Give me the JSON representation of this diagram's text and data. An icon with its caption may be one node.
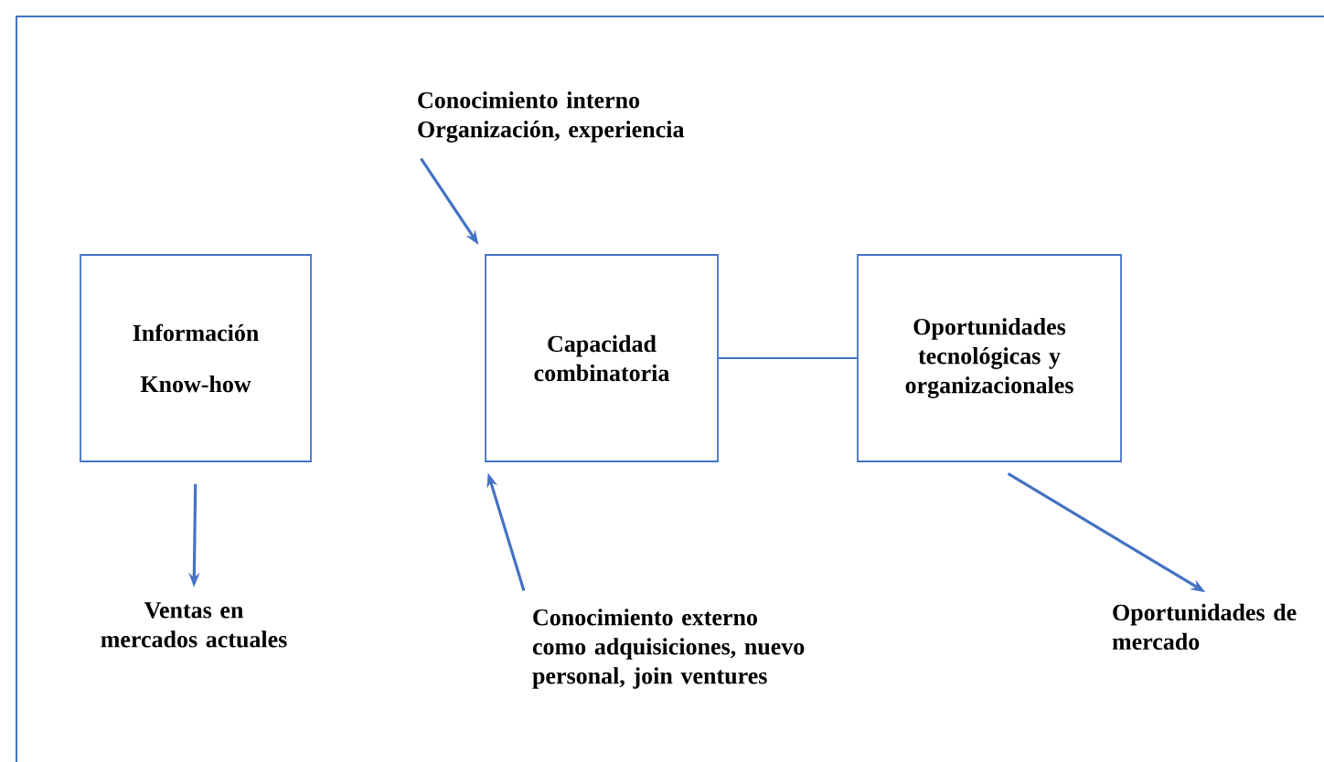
{
  "diagram": {
    "nodes": [
      {
        "text": [
          "Información",
          "Know-how"
        ]
      },
      {
        "text": [
          "Capacidad combinatoria"
        ]
      },
      {
        "text": [
          "Oportunidades tecnológicas y organizacionales"
        ]
      },
      {
        "text": [
          "Conocimiento interno Organización, experiencia"
        ]
      },
      {
        "text": [
          "Ventas en mercados actuales"
        ]
      },
      {
        "text": [
          "Conocimiento externo como adquisiciones, nuevo personal, join ventures"
        ]
      },
      {
        "text": [
          "Oportunidades de mercado"
        ]
      }
    ],
    "edges": [
      {
        "from": 3,
        "to": 1,
        "arrow": "to"
      },
      {
        "from": 0,
        "to": 4,
        "arrow": "to"
      },
      {
        "from": 5,
        "to": 1,
        "arrow": "to"
      },
      {
        "from": 1,
        "to": 2,
        "arrow": "none"
      },
      {
        "from": 2,
        "to": 6,
        "arrow": "to"
      }
    ]
  }
}
